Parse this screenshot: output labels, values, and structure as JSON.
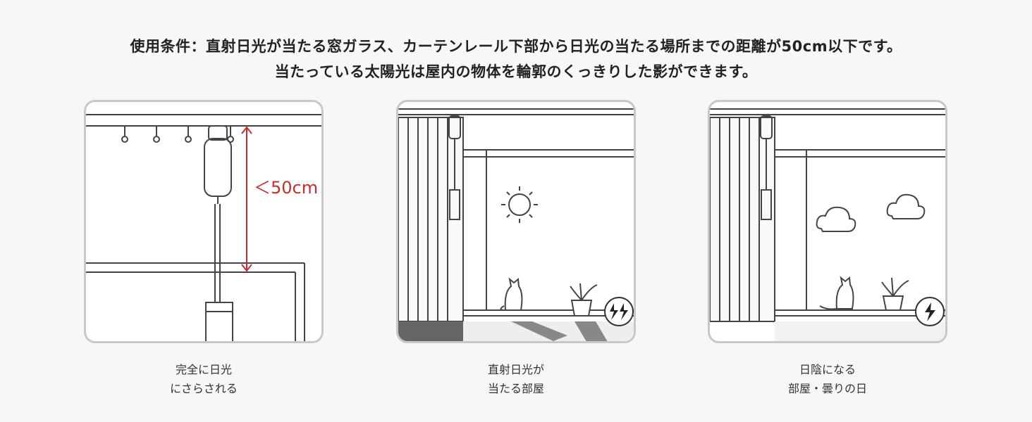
{
  "headline": {
    "line1": "使用条件：直射日光が当たる窓ガラス、カーテンレール下部から日光の当たる場所までの距離が50cm以下です。",
    "line2": "当たっている太陽光は屋内の物体を輪郭のくっきりした影ができます。"
  },
  "panels": [
    {
      "distance_label": "＜50cm",
      "caption_line1": "完全に日光",
      "caption_line2": "にさらされる",
      "icon": "curtain-motor-closeup-icon"
    },
    {
      "caption_line1": "直射日光が",
      "caption_line2": "当たる部屋",
      "icon": "sun-icon",
      "badge_icon": "double-lightning-icon"
    },
    {
      "caption_line1": "日陰になる",
      "caption_line2": "部屋・曇りの日",
      "icon": "cloud-icon",
      "badge_icon": "lightning-icon"
    }
  ],
  "colors": {
    "accent_red": "#c62e2e",
    "line": "#444444",
    "panel_border": "#c8c8c8"
  }
}
